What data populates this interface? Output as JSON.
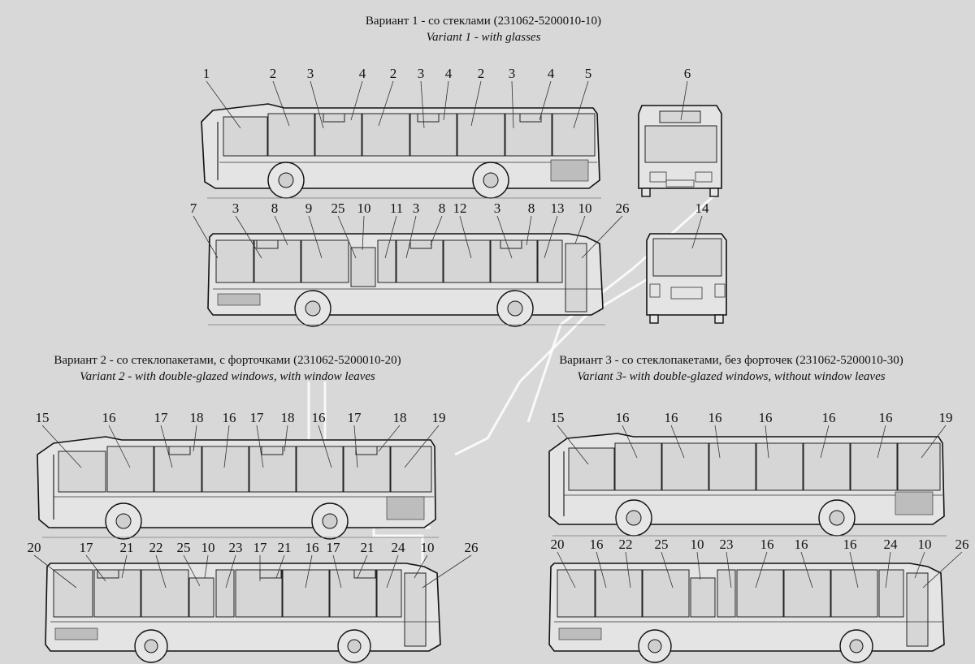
{
  "variant1": {
    "title_ru": "Вариант 1 - со стеклами (231062-5200010-10)",
    "title_en": "Variant 1 - with glasses"
  },
  "variant2": {
    "title_ru": "Вариант 2 - со стеклопакетами, с форточками (231062-5200010-20)",
    "title_en": "Variant 2 - with double-glazed windows, with window leaves"
  },
  "variant3": {
    "title_ru": "Вариант 3 - со стеклопакетами, без форточек (231062-5200010-30)",
    "title_en": "Variant 3- with double-glazed windows, without window leaves"
  },
  "callouts": {
    "v1_left": [
      "1",
      "2",
      "3",
      "4",
      "2",
      "3",
      "4",
      "2",
      "3",
      "4",
      "5"
    ],
    "v1_front": "6",
    "v1_right": [
      "7",
      "3",
      "8",
      "9",
      "25",
      "10",
      "11",
      "3",
      "8",
      "12",
      "3",
      "8",
      "13",
      "10",
      "26"
    ],
    "v1_rear": "14",
    "v2_left": [
      "15",
      "16",
      "17",
      "18",
      "16",
      "17",
      "18",
      "16",
      "17",
      "18",
      "19"
    ],
    "v2_right": [
      "20",
      "17",
      "21",
      "22",
      "25",
      "10",
      "23",
      "17",
      "21",
      "16",
      "17",
      "21",
      "24",
      "10",
      "26"
    ],
    "v3_left": [
      "15",
      "16",
      "16",
      "16",
      "16",
      "16",
      "16",
      "19"
    ],
    "v3_right": [
      "20",
      "16",
      "22",
      "25",
      "10",
      "23",
      "16",
      "16",
      "16",
      "24",
      "10",
      "26"
    ]
  }
}
